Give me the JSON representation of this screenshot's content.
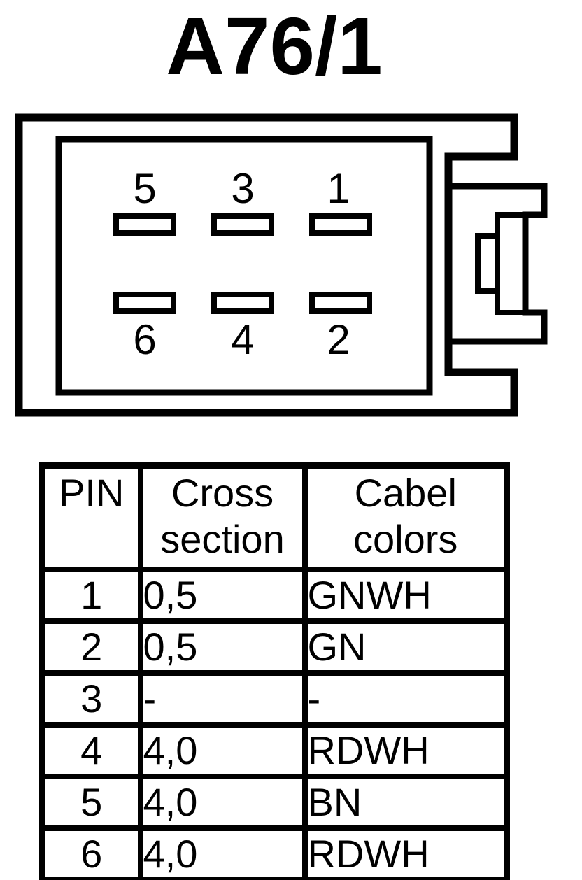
{
  "page": {
    "background_color": "#ffffff",
    "ink_color": "#000000"
  },
  "title": "A76/1",
  "connector": {
    "description": "6-pin connector front view with right-side keying tab",
    "top_row_labels": [
      "5",
      "3",
      "1"
    ],
    "bottom_row_labels": [
      "6",
      "4",
      "2"
    ]
  },
  "table": {
    "headers": {
      "pin": "PIN",
      "cross_section": "Cross section",
      "cable_colors": "Cabel colors"
    },
    "rows": [
      {
        "pin": "1",
        "cross_section": "0,5",
        "cable_color": "GNWH"
      },
      {
        "pin": "2",
        "cross_section": "0,5",
        "cable_color": "GN"
      },
      {
        "pin": "3",
        "cross_section": "-",
        "cable_color": "-"
      },
      {
        "pin": "4",
        "cross_section": "4,0",
        "cable_color": "RDWH"
      },
      {
        "pin": "5",
        "cross_section": "4,0",
        "cable_color": "BN"
      },
      {
        "pin": "6",
        "cross_section": "4,0",
        "cable_color": "RDWH"
      }
    ]
  }
}
